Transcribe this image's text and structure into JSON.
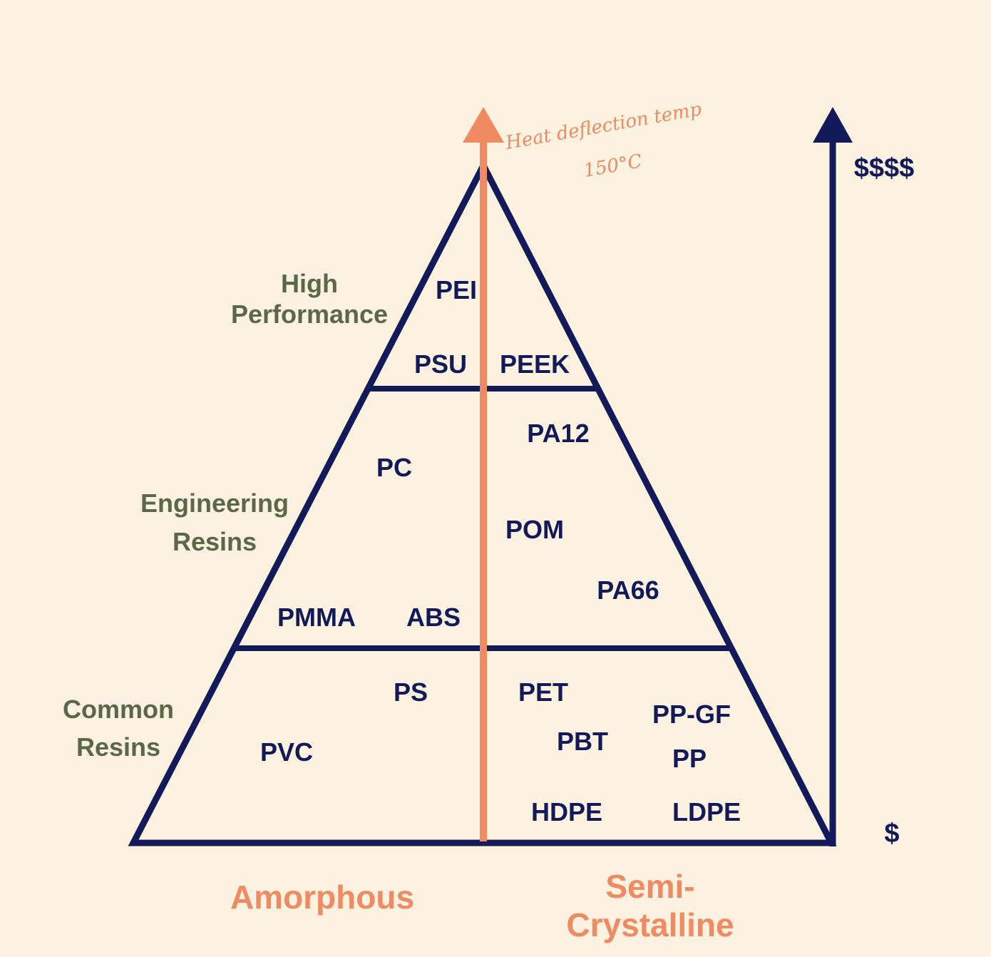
{
  "colors": {
    "background": "#fdf2df",
    "navy": "#131a5a",
    "salmon": "#f08a63",
    "olive": "#5a6749"
  },
  "tiers": {
    "high_line1": "High",
    "high_line2": "Performance",
    "engineering_line1": "Engineering",
    "engineering_line2": "Resins",
    "common_line1": "Common",
    "common_line2": "Resins"
  },
  "polymers": {
    "pei": "PEI",
    "psu": "PSU",
    "peek": "PEEK",
    "pa12": "PA12",
    "pc": "PC",
    "pom": "POM",
    "pa66": "PA66",
    "pmma": "PMMA",
    "abs": "ABS",
    "ps": "PS",
    "pet": "PET",
    "pp_gf": "PP-GF",
    "pbt": "PBT",
    "pvc": "PVC",
    "pp": "PP",
    "hdpe": "HDPE",
    "ldpe": "LDPE"
  },
  "heat_axis": {
    "line1": "Heat deflection temp",
    "line2": "150°C"
  },
  "cost_axis": {
    "top": "$$$$",
    "bottom": "$"
  },
  "classes": {
    "amorphous": "Amorphous",
    "semi_line1": "Semi-",
    "semi_line2": "Crystalline"
  }
}
